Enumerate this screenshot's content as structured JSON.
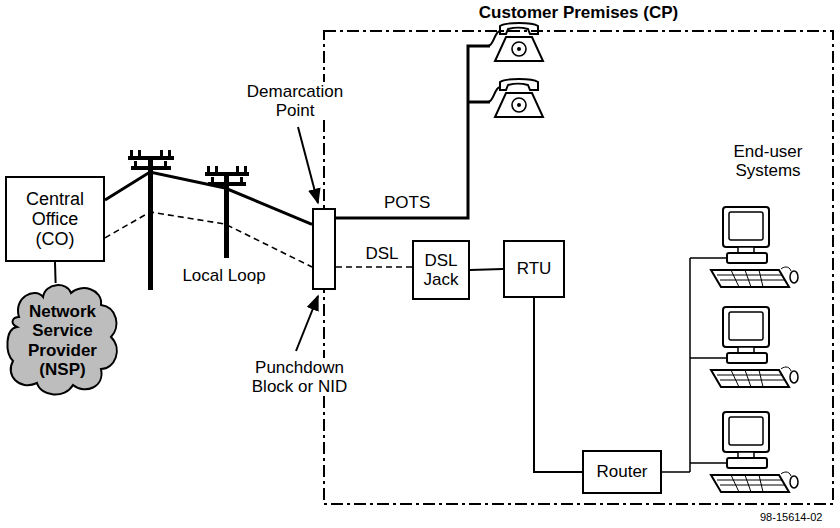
{
  "diagram": {
    "nodes": [
      {
        "text": [
          "Central Office (CO)"
        ]
      },
      {
        "text": [
          "Network Service Provider (NSP)"
        ]
      },
      {
        "text": [
          "Customer Premises (CP)"
        ]
      },
      {
        "text": [
          "Punchdown Block or NID"
        ]
      },
      {
        "text": [
          "DSL Jack"
        ],
        "in": 2
      },
      {
        "text": [
          "RTU"
        ],
        "in": 2
      },
      {
        "text": [
          "Router"
        ],
        "in": 2
      }
    ],
    "edges": [
      {
        "from": 0,
        "to": 3,
        "arrow": "none"
      },
      {
        "from": 0,
        "to": 3,
        "arrow": "none"
      },
      {
        "from": 3,
        "to": 4,
        "label": "DSL",
        "arrow": "none"
      },
      {
        "from": 4,
        "to": 5,
        "arrow": "none"
      },
      {
        "from": 5,
        "to": 6,
        "arrow": "none"
      },
      {
        "from": 0,
        "to": 1,
        "arrow": "none"
      }
    ],
    "labels": [
      "Demarcation Point",
      "POTS",
      "Local Loop",
      "End-user Systems",
      "98-15614-02"
    ]
  }
}
